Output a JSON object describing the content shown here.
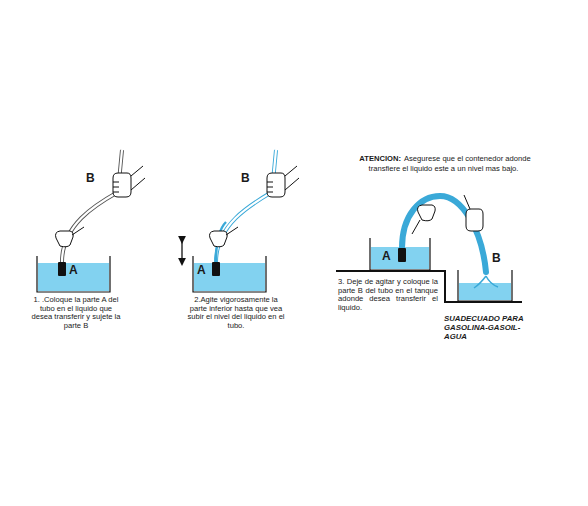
{
  "diagram": {
    "labels": [
      "B",
      "A",
      "1. .Coloque la parte A del tubo en el liquido que desea transferir y sujete la parte B",
      "B",
      "A",
      "2.Agite vigorosamente la parte inferior hasta que vea subir el nivel del liquido en el tubo.",
      "ATENCION:",
      "Asegurese que el contenedor adonde transfiere el liquido este a un nivel mas bajo.",
      "A",
      "B",
      "3. Deje de agitar y coloque la parte B del tubo en el tanque adonde desea transferir el liquido.",
      "SUADECUADO PARA GASOLINA-GASOIL-AGUA"
    ]
  }
}
